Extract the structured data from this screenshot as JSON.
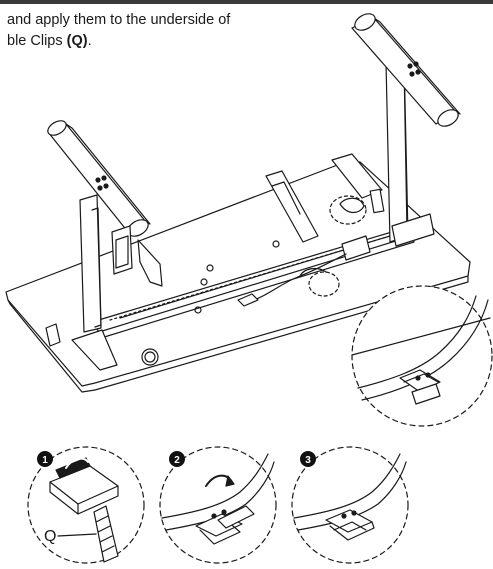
{
  "instruction": {
    "line1": "and apply them to the underside of",
    "line2_pre": "ble Clips ",
    "line2_bold": "(Q)",
    "line2_post": "."
  },
  "steps": [
    {
      "number": "1",
      "caption": ""
    },
    {
      "number": "2",
      "caption": ""
    },
    {
      "number": "3",
      "caption": ""
    }
  ],
  "part_label": "Q",
  "colors": {
    "line": "#1a1a1a",
    "badge": "#111111",
    "topbar": "#3a3a3a"
  }
}
